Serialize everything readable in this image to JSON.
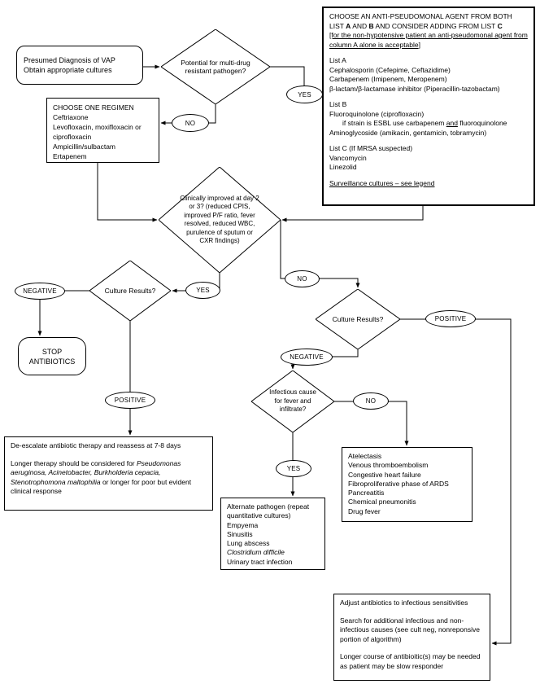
{
  "colors": {
    "stroke": "#000000",
    "background": "#ffffff"
  },
  "labels": {
    "yes": "YES",
    "no": "NO",
    "positive": "POSITIVE",
    "negative": "NEGATIVE"
  },
  "nodes": {
    "presumed": {
      "line1": "Presumed Diagnosis of VAP",
      "line2": "Obtain appropriate cultures"
    },
    "mdr": {
      "text": "Potential for multi-drug resistant pathogen?"
    },
    "list_abc": {
      "h1": "CHOOSE AN ANTI-PSEUDOMONAL AGENT FROM BOTH LIST ",
      "hA": "A",
      "h2": " AND ",
      "hB": "B",
      "h3": " AND CONSIDER ADDING FROM LIST ",
      "hC": "C",
      "note": "[for the non-hypotensive patient an anti-pseudomonal agent from column A alone is acceptable]",
      "list_a_title": "List A",
      "list_a": [
        "Cephalosporin (Cefepime, Ceftazidime)",
        "Carbapenem (Imipenem, Meropenem)",
        "β-lactam/β-lactamase inhibitor (Piperacillin-tazobactam)"
      ],
      "list_b_title": "List B",
      "list_b_1": "Fluoroquinolone (ciprofloxacin)",
      "list_b_2a": "if strain is ESBL use carbapenem ",
      "list_b_2b": "and",
      "list_b_2c": " fluoroquinolone",
      "list_b_3": "Aminoglycoside (amikacin, gentamicin, tobramycin)",
      "list_c_title": "List C (If MRSA suspected)",
      "list_c": [
        "Vancomycin",
        "Linezolid"
      ],
      "surveillance": "Surveillance cultures – see legend"
    },
    "regimen": {
      "title": "CHOOSE ONE REGIMEN",
      "items": [
        "Ceftriaxone",
        "Levofloxacin, moxifloxacin or ciprofloxacin",
        "Ampicillin/sulbactam",
        "Ertapenem"
      ]
    },
    "improved": {
      "text": "Clinically improved at day 2 or 3? (reduced CPIS, improved P/F ratio, fever resolved, reduced WBC, purulence of sputum or CXR findings)"
    },
    "culture_left": {
      "text": "Culture Results?"
    },
    "culture_right": {
      "text": "Culture Results?"
    },
    "stop": {
      "text": "STOP ANTIBIOTICS"
    },
    "deescalate": {
      "p1": "De-escalate antibiotic therapy and reassess at 7-8 days",
      "p2a": "Longer therapy should be considered for ",
      "p2b": "Pseudomonas aeruginosa, Acinetobacter, Burkholderia cepacia, Stenotrophomona maltophilia",
      "p2c": " or longer for poor but evident clinical response"
    },
    "infectious": {
      "text": "Infectious cause for fever and infiltrate?"
    },
    "atelectasis": {
      "items": [
        "Atelectasis",
        "Venous thromboembolism",
        "Congestive heart failure",
        "Fibroproliferative phase of ARDS",
        "Pancreatitis",
        "Chemical pneumonitis",
        "Drug fever"
      ]
    },
    "alternate": {
      "items": [
        "Alternate pathogen (repeat quantitative cultures)",
        "Empyema",
        "Sinusitis",
        "Lung abscess",
        "Clostridium difficile",
        "Urinary tract infection"
      ]
    },
    "adjust": {
      "p1": "Adjust antibiotics to infectious sensitivities",
      "p2": "Search for additional infectious and non-infectious causes (see cult neg, nonreponsive portion of algorithm)",
      "p3": "Longer course of antibioitic(s) may be needed as patient may be slow responder"
    }
  }
}
